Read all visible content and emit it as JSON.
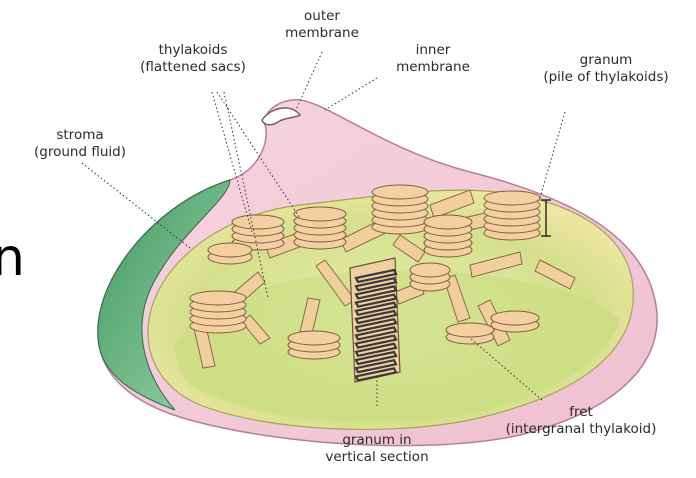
{
  "side_text": "n",
  "labels": {
    "outer_membrane": [
      "outer",
      "membrane"
    ],
    "thylakoids": [
      "thylakoids",
      "(flattened sacs)"
    ],
    "inner_membrane": [
      "inner",
      "membrane"
    ],
    "granum": [
      "granum",
      "(pile of thylakoids)"
    ],
    "stroma": [
      "stroma",
      "(ground fluid)"
    ],
    "fret": [
      "fret",
      "(intergranal thylakoid)"
    ],
    "granum_vertical": [
      "granum in",
      "vertical section"
    ]
  },
  "colors": {
    "outer_membrane_fill": "#f4c8d6",
    "outer_membrane_stroke": "#c98aa0",
    "green_envelope": "#4aa36b",
    "stroma_fill": "#dfe6a0",
    "stroma_yellow": "#f5e6a8",
    "thylakoid_fill": "#f3cfa2",
    "thylakoid_stroke": "#8a6a45",
    "section_fill": "#6a6a6a",
    "leader_line": "#333333"
  }
}
